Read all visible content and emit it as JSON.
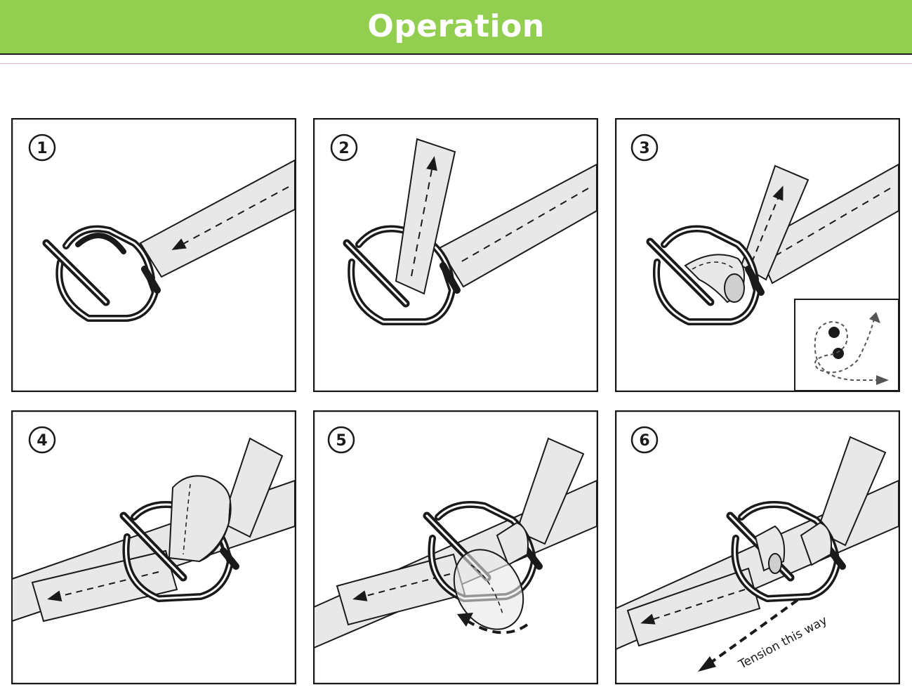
{
  "header": {
    "title": "Operation",
    "background": "#92cf50"
  },
  "steps": [
    {
      "number": "1"
    },
    {
      "number": "2"
    },
    {
      "number": "3"
    },
    {
      "number": "4"
    },
    {
      "number": "5"
    },
    {
      "number": "6",
      "annotation": "Tension this way"
    }
  ],
  "colors": {
    "strap": "#e8e8e8",
    "line": "#1a1a1a",
    "strap_shadow": "#bfbfbf"
  }
}
